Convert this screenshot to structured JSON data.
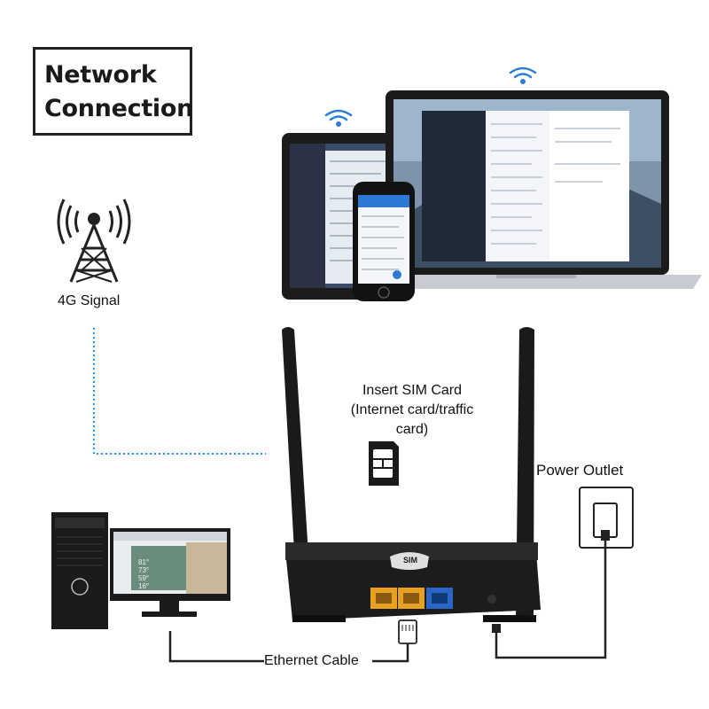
{
  "title": {
    "line1": "Network",
    "line2": "Connection"
  },
  "labels": {
    "signal": "4G Signal",
    "sim_line1": "Insert SIM Card",
    "sim_line2": "(Internet card/traffic card)",
    "power": "Power Outlet",
    "ethernet": "Ethernet Cable"
  },
  "devices": {
    "sim_chip_text": "SIM",
    "monitor_readings": [
      "81°",
      "73°",
      "59°",
      "16°"
    ]
  },
  "colors": {
    "signal_line": "#1e90ff",
    "wifi": "#2a7fd4",
    "lan_port": "#e8a020",
    "wan_port": "#2a66c8",
    "router_body": "#1a1a1a"
  },
  "icons": [
    "cell-tower-icon",
    "wifi-icon",
    "sim-card-icon",
    "power-plug-icon",
    "ethernet-plug-icon"
  ]
}
